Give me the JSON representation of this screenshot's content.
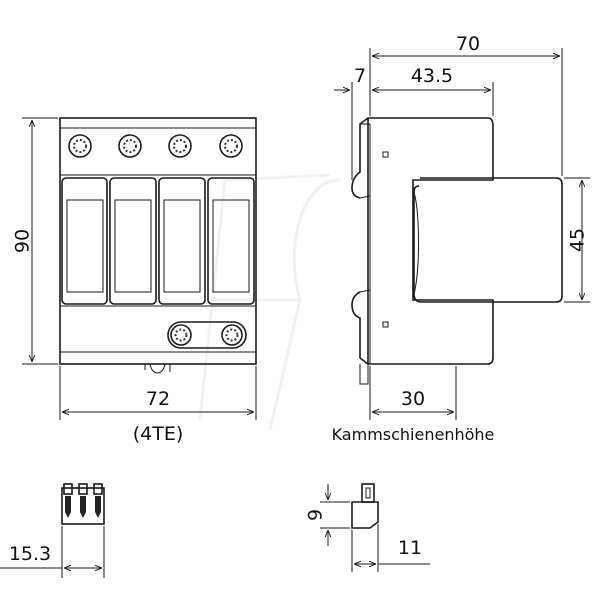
{
  "dimensions": {
    "front_height": "90",
    "front_width": "72",
    "front_width_units": "(4TE)",
    "side_total_width": "70",
    "side_offset": "7",
    "side_depth": "43.5",
    "side_face_height": "45",
    "side_rail_height": "30",
    "rail_label": "Kammschienenhöhe",
    "small_width": "15.3",
    "small_height": "9",
    "small_depth": "11"
  }
}
